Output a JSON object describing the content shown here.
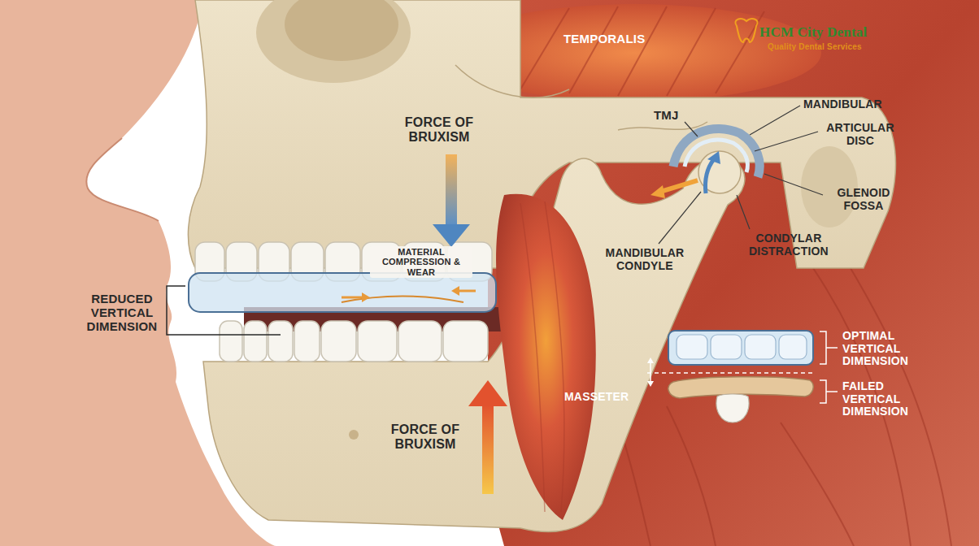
{
  "diagram": {
    "labels": [
      "TEMPORALIS",
      "HCM City Dental",
      "Quality Dental Services",
      "FORCE OF BRUXISM",
      "TMJ",
      "MANDIBULAR",
      "ARTICULAR DISC",
      "GLENOID FOSSA",
      "CONDYLAR DISTRACTION",
      "MANDIBULAR CONDYLE",
      "MATERIAL COMPRESSION & WEAR",
      "REDUCED VERTICAL DIMENSION",
      "OPTIMAL VERTICAL DIMENSION",
      "FAILED VERTICAL DIMENSION",
      "MASSETER",
      "FORCE OF BRUXISM"
    ]
  }
}
